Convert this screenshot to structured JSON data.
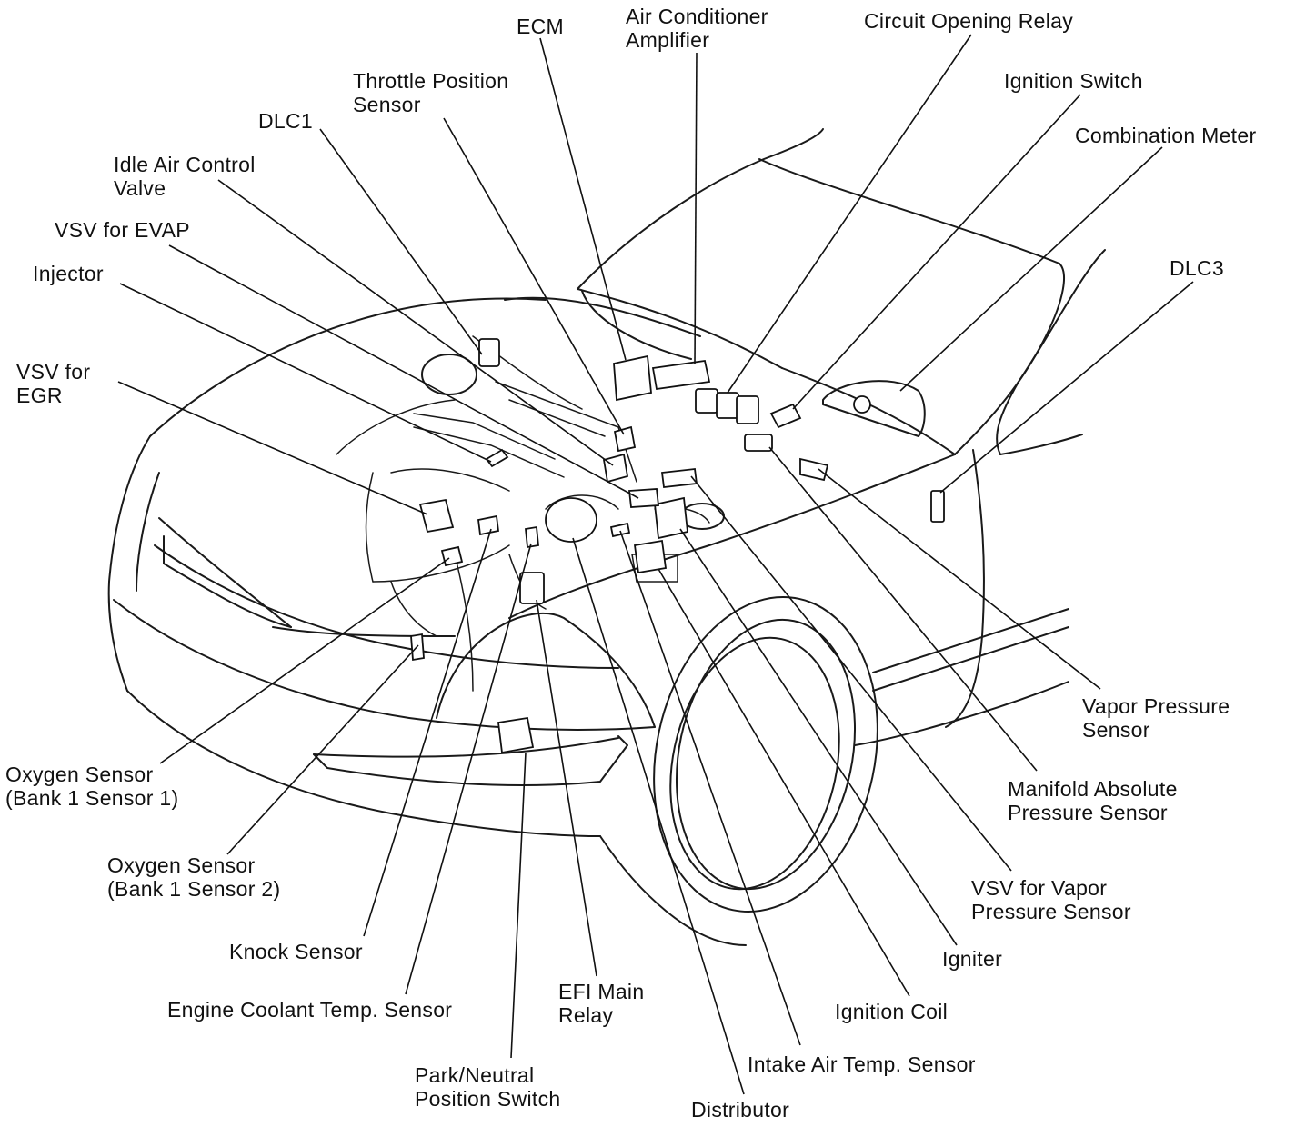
{
  "labels": {
    "ecm": "ECM",
    "ac_amp_1": "Air Conditioner",
    "ac_amp_2": "Amplifier",
    "circuit_opening_relay": "Circuit Opening Relay",
    "ignition_switch": "Ignition Switch",
    "combination_meter": "Combination Meter",
    "throttle_1": "Throttle Position",
    "throttle_2": "Sensor",
    "dlc1": "DLC1",
    "iac_1": "Idle Air Control",
    "iac_2": "Valve",
    "vsv_evap": "VSV for EVAP",
    "injector": "Injector",
    "vsv_egr_1": "VSV for",
    "vsv_egr_2": "EGR",
    "dlc3": "DLC3",
    "vapor_pressure_1": "Vapor Pressure",
    "vapor_pressure_2": "Sensor",
    "map_1": "Manifold Absolute",
    "map_2": "Pressure Sensor",
    "vsv_vapor_1": "VSV for Vapor",
    "vsv_vapor_2": "Pressure Sensor",
    "igniter": "Igniter",
    "ignition_coil": "Ignition Coil",
    "iat": "Intake Air Temp. Sensor",
    "distributor": "Distributor",
    "efi_1": "EFI Main",
    "efi_2": "Relay",
    "pnp_1": "Park/Neutral",
    "pnp_2": "Position Switch",
    "ect": "Engine Coolant Temp. Sensor",
    "knock": "Knock Sensor",
    "o2_b1s2_1": "Oxygen Sensor",
    "o2_b1s2_2": "(Bank 1 Sensor 2)",
    "o2_b1s1_1": "Oxygen Sensor",
    "o2_b1s1_2": "(Bank 1 Sensor 1)"
  }
}
